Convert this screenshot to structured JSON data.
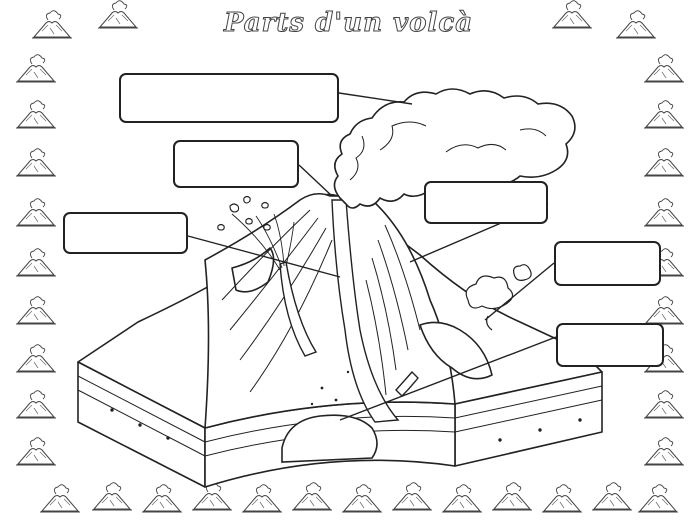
{
  "worksheet": {
    "title": "Parts d'un volcà",
    "answer_boxes": [
      {
        "id": "box-1",
        "text": ""
      },
      {
        "id": "box-2",
        "text": ""
      },
      {
        "id": "box-3",
        "text": ""
      },
      {
        "id": "box-4",
        "text": ""
      },
      {
        "id": "box-5",
        "text": ""
      },
      {
        "id": "box-6",
        "text": ""
      }
    ]
  },
  "colors": {
    "line": "#222222",
    "background": "#ffffff"
  },
  "icons": {
    "border_decoration": "mini-volcano-icon"
  }
}
